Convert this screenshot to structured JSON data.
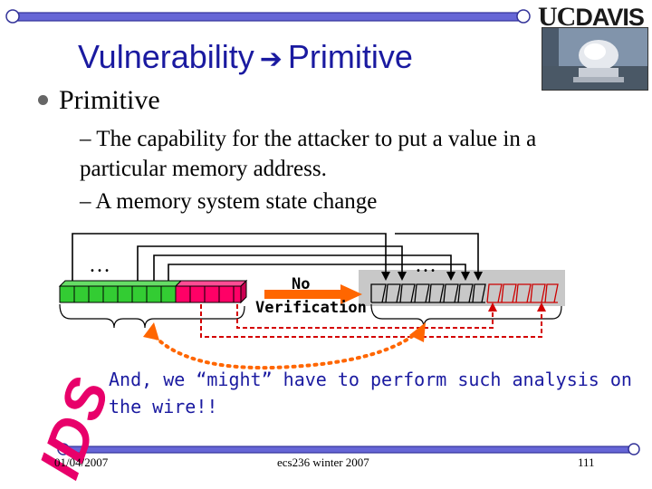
{
  "logo": {
    "uc": "UC",
    "davis": "DAVIS"
  },
  "title": {
    "left": "Vulnerability",
    "arrow": "➔",
    "right": "Primitive"
  },
  "bullet": {
    "heading": "Primitive"
  },
  "subitems": [
    "– The capability for the attacker to put a value in a particular memory address.",
    "– A memory system state change"
  ],
  "diagram": {
    "ellipsis_left": "…",
    "ellipsis_right": "…",
    "no_label": "No",
    "verification_label": "Verification"
  },
  "note": "And, we “might” have to perform such analysis on the wire!!",
  "ids_logo": "IDS",
  "footer": {
    "date": "01/04/2007",
    "course": "ecs236 winter 2007",
    "page": "111"
  },
  "colors": {
    "title": "#1a1aa0",
    "green": "#33cc33",
    "red": "#ff0066",
    "ids": "#e8006a",
    "arrow": "#ff6600",
    "dashed": "#d40000"
  }
}
